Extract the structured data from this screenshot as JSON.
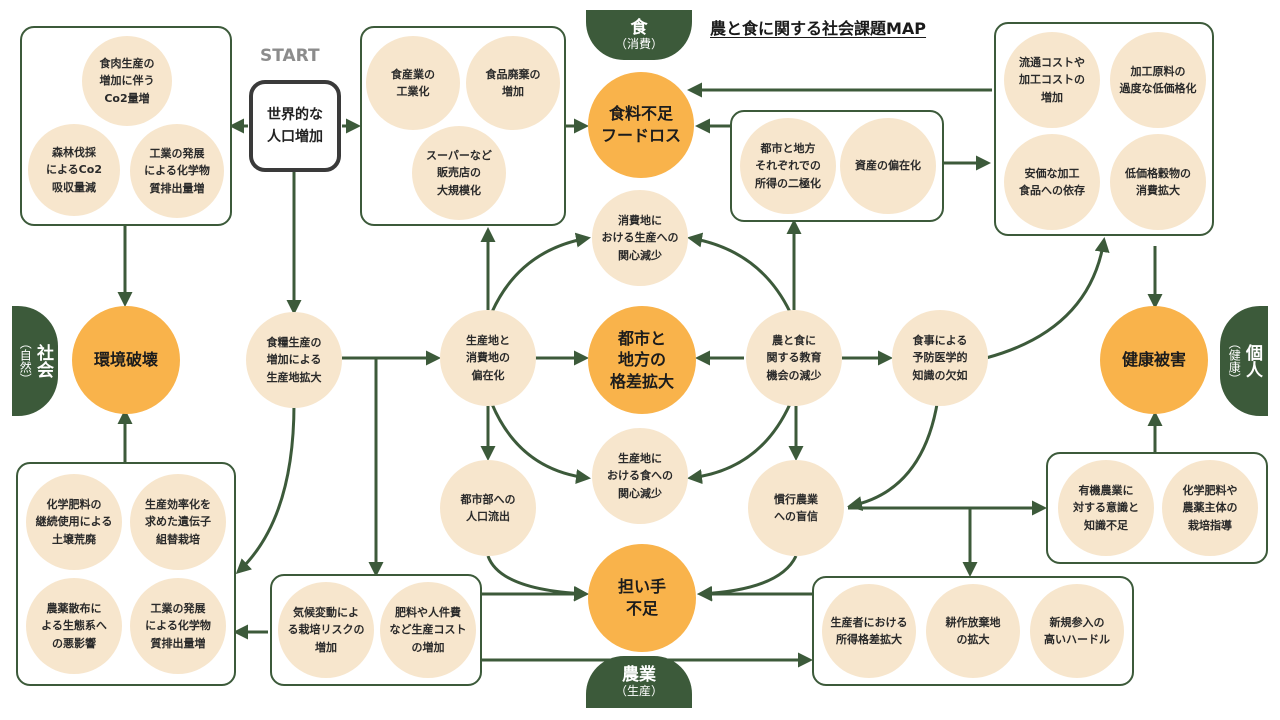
{
  "title": "農と食に関する社会課題MAP",
  "start": {
    "label": "START",
    "text": "世界的な\n人口増加"
  },
  "tabs": {
    "food": {
      "main": "食",
      "sub": "（消費）"
    },
    "agri": {
      "main": "農業",
      "sub": "（生産）"
    },
    "society": {
      "main": "社会",
      "sub": "（自然）"
    },
    "individual": {
      "main": "個人",
      "sub": "（健康）"
    }
  },
  "hubs": {
    "food_loss": "食料不足\nフードロス",
    "disparity": "都市と\n地方の\n格差拡大",
    "env": "環境破壊",
    "health": "健康被害",
    "labor": "担い手\n不足"
  },
  "nodes": {
    "meat_co2": "食肉生産の\n増加に伴う\nCo2量増",
    "deforest": "森林伐採\nによるCo2\n吸収量減",
    "industry_chem_top": "工業の発展\nによる化学物\n質排出量増",
    "food_industrial": "食産業の\n工業化",
    "food_waste": "食品廃棄の\n増加",
    "supermarket": "スーパーなど\n販売店の\n大規模化",
    "income_polar": "都市と地方\nそれぞれでの\n所得の二極化",
    "asset_bias": "資産の偏在化",
    "dist_cost": "流通コストや\n加工コストの\n増加",
    "raw_price": "加工原料の\n過度な低価格化",
    "processed_dep": "安価な加工\n食品への依存",
    "cheap_grain": "低価格穀物の\n消費拡大",
    "consumer_interest": "消費地に\nおける生産への\n関心減少",
    "grain_expand": "食糧生産の\n増加による\n生産地拡大",
    "prod_cons_gap": "生産地と\n消費地の\n偏在化",
    "education": "農と食に\n関する教育\n機会の減少",
    "preventive": "食事による\n予防医学的\n知識の欠如",
    "producer_interest": "生産地に\nおける食への\n関心減少",
    "urban_outflow": "都市部への\n人口流出",
    "conventional": "慣行農業\nへの盲信",
    "organic_aware": "有機農業に\n対する意識と\n知識不足",
    "chem_guidance": "化学肥料や\n農薬主体の\n栽培指導",
    "soil": "化学肥料の\n継続使用による\n土壌荒廃",
    "gmo": "生産効率化を\n求めた遺伝子\n組替栽培",
    "pesticide": "農薬散布に\nよる生態系へ\nの悪影響",
    "industry_chem_bottom": "工業の発展\nによる化学物\n質排出量増",
    "climate_risk": "気候変動によ\nる栽培リスクの\n増加",
    "fert_cost": "肥料や人件費\nなど生産コスト\nの増加",
    "income_gap": "生産者における\n所得格差拡大",
    "abandoned": "耕作放棄地\nの拡大",
    "entry_barrier": "新規参入の\n高いハードル"
  },
  "colors": {
    "line": "#3c5a3a",
    "circle": "#f7e6cd",
    "hub": "#f9b34b",
    "tab": "#3c5a3a"
  }
}
